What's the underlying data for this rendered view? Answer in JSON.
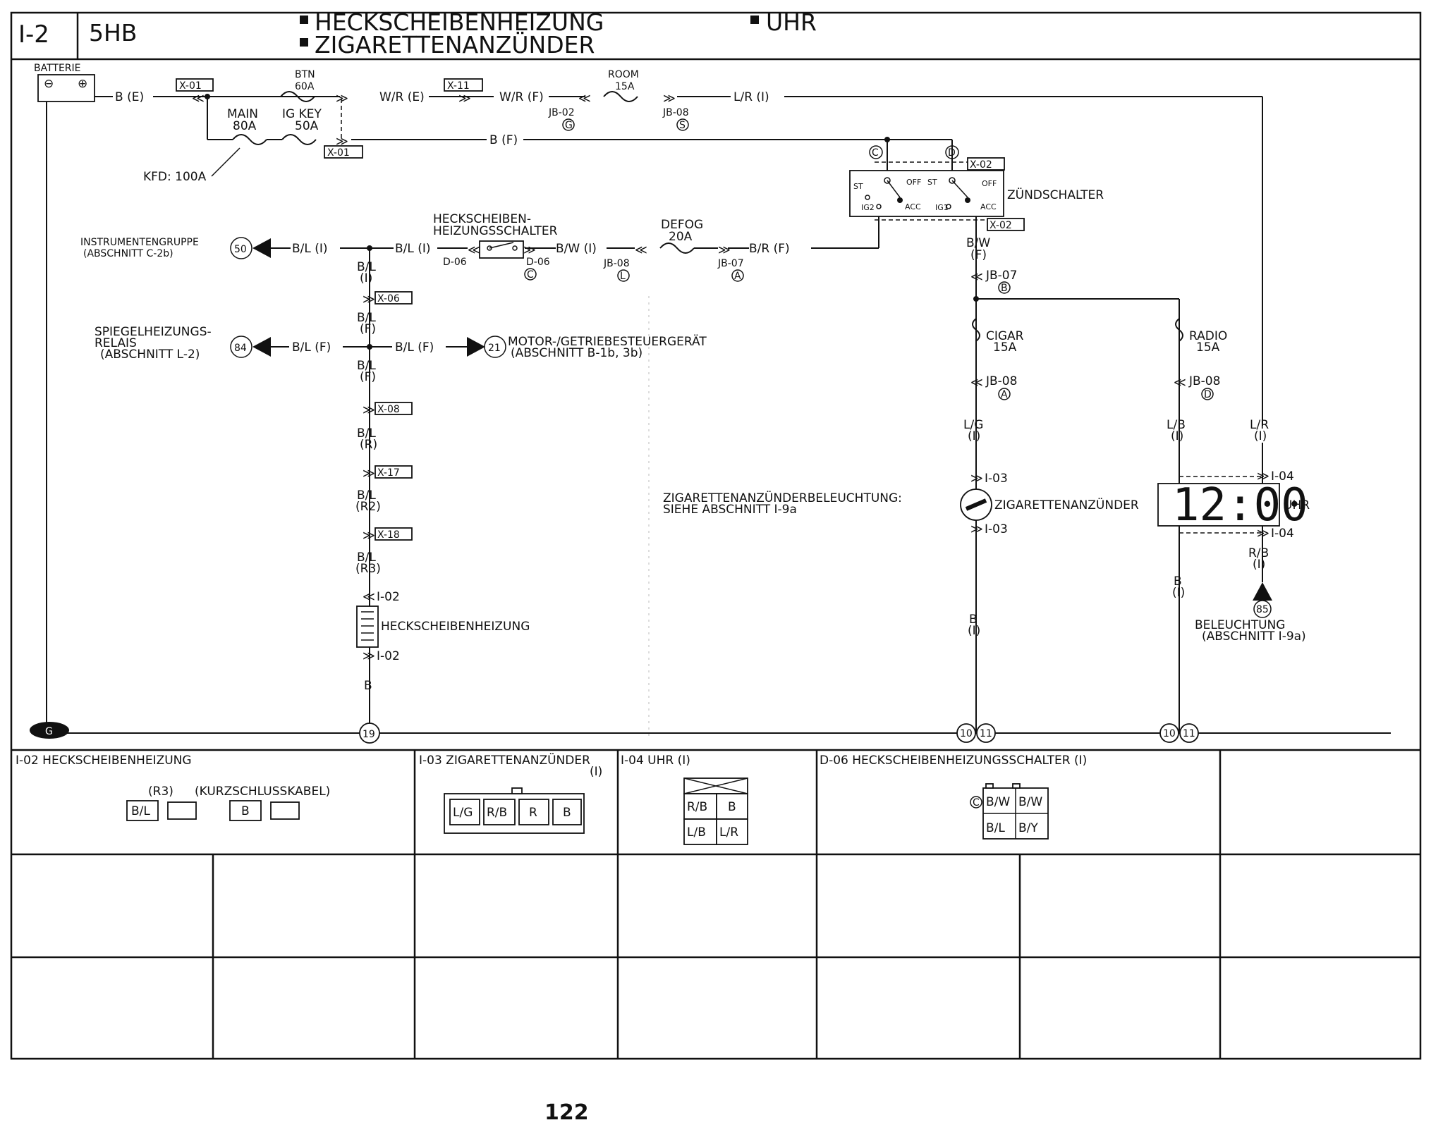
{
  "header": {
    "section_id": "I-2",
    "model": "5HB",
    "titles": [
      "HECKSCHEIBENHEIZUNG",
      "ZIGARETTENANZÜNDER",
      "UHR"
    ]
  },
  "power": {
    "battery": "BATTERIE",
    "battery_minus": "⊖",
    "battery_plus": "⊕",
    "wire_be": "B (E)",
    "conn_x01": "X-01",
    "btn_label": "BTN",
    "btn_amp": "60A",
    "main_label": "MAIN",
    "main_amp": "80A",
    "igkey_label": "IG KEY",
    "igkey_amp": "50A",
    "kfd": "KFD: 100A",
    "wire_wre": "W/R (E)",
    "conn_x11": "X-11",
    "wire_wrf": "W/R (F)",
    "room_label": "ROOM",
    "room_amp": "15A",
    "jb02": "JB-02",
    "jb02_pin": "G",
    "jb08": "JB-08",
    "jb08_pin": "S",
    "wire_lri": "L/R (I)",
    "wire_bf": "B (F)",
    "conn_x01b": "X-01"
  },
  "ignition": {
    "label": "ZÜNDSCHALTER",
    "pin_c": "C",
    "pin_d": "D",
    "conn_x02": "X-02",
    "conn_x02b": "X-02",
    "st": "ST",
    "off": "OFF",
    "st2": "ST",
    "off2": "OFF",
    "acc": "ACC",
    "acc2": "ACC",
    "ig2": "IG2",
    "ig1": "IG1",
    "out_wire": "B/W",
    "out_wire2": "(F)",
    "jb07": "JB-07",
    "jb07_pin": "B"
  },
  "defog": {
    "switch_label1": "HECKSCHEIBEN-",
    "switch_label2": "HEIZUNGSSCHALTER",
    "d06_left": "D-06",
    "d06_right": "D-06",
    "d06_pin": "C",
    "wire_bli": "B/L (I)",
    "wire_bli2": "B/L (I)",
    "wire_bwi": "B/W (I)",
    "defog_label": "DEFOG",
    "defog_amp": "20A",
    "jb08": "JB-08",
    "jb08_pin": "L",
    "jb07": "JB-07",
    "jb07_pin": "A",
    "wire_brf": "B/R (F)",
    "instr_label1": "INSTRUMENTENGRUPPE",
    "instr_label2": "(ABSCHNITT C-2b)",
    "instr_num": "50",
    "mirror_label1": "SPIEGELHEIZUNGS-",
    "mirror_label2": "RELAIS",
    "mirror_label3": "(ABSCHNITT L-2)",
    "mirror_num": "84",
    "wire_blf": "B/L (F)",
    "wire_blf2": "B/L (F)",
    "motor_label1": "MOTOR-/GETRIEBESTEUERGERÄT",
    "motor_label2": "(ABSCHNITT B-1b, 3b)",
    "motor_num": "21",
    "vertical_wires": [
      "B/L",
      "(I)",
      "B/L",
      "(F)",
      "B/L",
      "(F)",
      "B/L",
      "(R)",
      "B/L",
      "(R2)",
      "B/L",
      "(R3)"
    ],
    "connectors": [
      "X-06",
      "X-08",
      "X-17",
      "X-18"
    ],
    "i02_top": "I-02",
    "heater_label": "HECKSCHEIBENHEIZUNG",
    "i02_bottom": "I-02",
    "ground_wire": "B",
    "ground_num": "19"
  },
  "cigar": {
    "fuse_label": "CIGAR",
    "fuse_amp": "15A",
    "jb08": "JB-08",
    "jb08_pin": "A",
    "wire_lg": "L/G",
    "wire_lg2": "(I)",
    "i03_top": "I-03",
    "lighter_label": "ZIGARETTENANZÜNDER",
    "i03_bottom": "I-03",
    "wire_b": "B",
    "wire_b2": "(I)",
    "note1": "ZIGARETTENANZÜNDERBELEUCHTUNG:",
    "note2": "SIEHE ABSCHNITT I-9a",
    "ground_a": "10",
    "ground_b": "11"
  },
  "clock": {
    "fuse_label": "RADIO",
    "fuse_amp": "15A",
    "jb08": "JB-08",
    "jb08_pin": "D",
    "wire_lb": "L/B",
    "wire_lb2": "(I)",
    "wire_lr": "L/R",
    "wire_lr2": "(I)",
    "i04_top": "I-04",
    "display": "12:00",
    "label": "UHR",
    "i04_bottom": "I-04",
    "wire_b": "B",
    "wire_b2": "(I)",
    "wire_rb": "R/B",
    "wire_rb2": "(I)",
    "illum_num": "85",
    "illum_label1": "BELEUCHTUNG",
    "illum_label2": "(ABSCHNITT I-9a)",
    "ground_a": "10",
    "ground_b": "11"
  },
  "ground": {
    "symbol": "G"
  },
  "connector_table": {
    "i02": {
      "title": "I-02 HECKSCHEIBENHEIZUNG",
      "sub_r3": "(R3)",
      "sub_short": "(KURZSCHLUSSKABEL)",
      "pin1": "B/L",
      "pin2": "B"
    },
    "i03": {
      "title": "I-03 ZIGARETTENANZÜNDER",
      "sub": "(I)",
      "pins": [
        "L/G",
        "R/B",
        "R",
        "B"
      ]
    },
    "i04": {
      "title": "I-04 UHR (I)",
      "pins": [
        "R/B",
        "B",
        "L/B",
        "L/R"
      ]
    },
    "d06": {
      "title": "D-06 HECKSCHEIBENHEIZUNGSSCHALTER (I)",
      "pin_c": "C",
      "pins": [
        "B/W",
        "B/W",
        "B/L",
        "B/Y"
      ]
    }
  },
  "page_number": "122"
}
